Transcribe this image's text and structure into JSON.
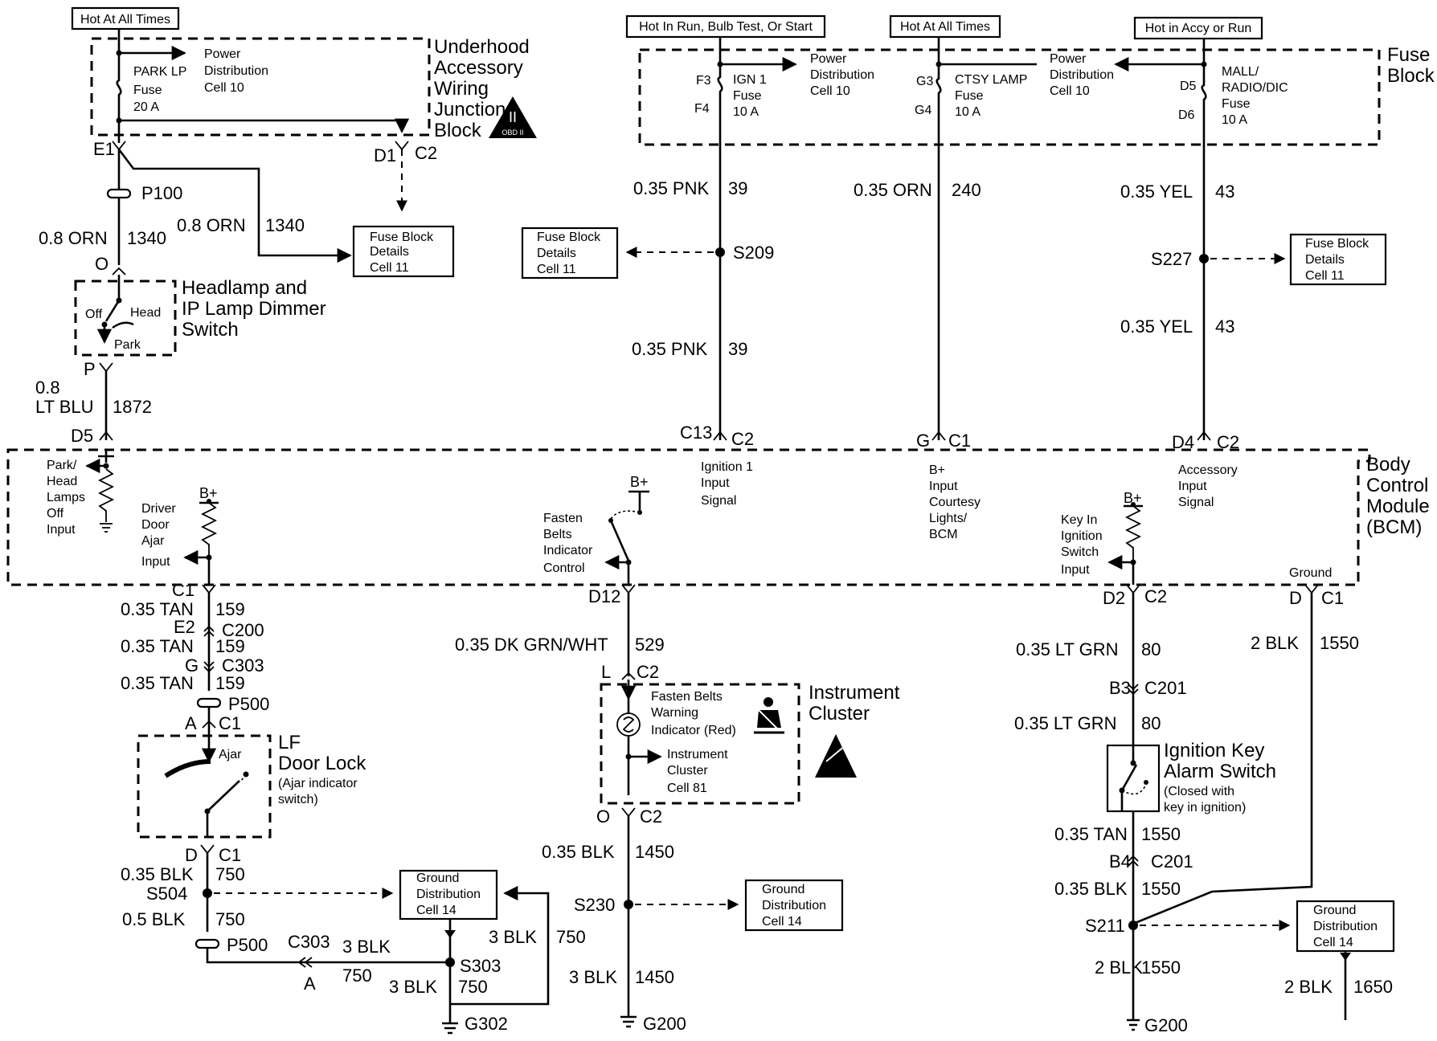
{
  "hot": {
    "h1": "Hot At All Times",
    "h2": "Hot In Run, Bulb Test, Or Start",
    "h3": "Hot At All Times",
    "h4": "Hot in Accy or Run"
  },
  "underhood": {
    "title": [
      "Underhood",
      "Accessory",
      "Wiring",
      "Junction",
      "Block"
    ],
    "fuse": [
      "PARK LP",
      "Fuse",
      "20 A"
    ],
    "power": [
      "Power",
      "Distribution",
      "Cell 10"
    ],
    "obd": "OBD II",
    "obd_mark": "II"
  },
  "fuse_block": {
    "title": [
      "Fuse",
      "Block"
    ],
    "f1": {
      "top": "F3",
      "bottom": "F4",
      "text": [
        "IGN 1",
        "Fuse",
        "10 A"
      ]
    },
    "f2": {
      "top": "G3",
      "bottom": "G4",
      "text": [
        "CTSY LAMP",
        "Fuse",
        "10 A"
      ]
    },
    "f3": {
      "top": "D5",
      "bottom": "D6",
      "text": [
        "MALL/",
        "RADIO/DIC",
        "Fuse",
        "10 A"
      ]
    },
    "p1": [
      "Power",
      "Distribution",
      "Cell 10"
    ],
    "p2": [
      "Power",
      "Distribution",
      "Cell 10"
    ]
  },
  "refs": {
    "fbd1": [
      "Fuse Block",
      "Details",
      "Cell 11"
    ],
    "fbd2": [
      "Fuse Block",
      "Details",
      "Cell 11"
    ],
    "fbd3": [
      "Fuse Block",
      "Details",
      "Cell 11"
    ],
    "gd1": [
      "Ground",
      "Distribution",
      "Cell 14"
    ],
    "gd2": [
      "Ground",
      "Distribution",
      "Cell 14"
    ],
    "gd3": [
      "Ground",
      "Distribution",
      "Cell 14"
    ]
  },
  "connectors": {
    "e1": "E1",
    "d1": "D1",
    "c2a": "C2",
    "p100": "P100",
    "o": "O",
    "p": "P",
    "d5": "D5",
    "c13": "C13",
    "c2b": "C2",
    "g": "G",
    "c1a": "C1",
    "d4": "D4",
    "c2c": "C2",
    "c1b": "C1",
    "e2": "E2",
    "c200": "C200",
    "gc": "G",
    "c303": "C303",
    "p500a": "P500",
    "a1": "A",
    "c1c": "C1",
    "d": "D",
    "c1d": "C1",
    "d12": "D12",
    "l": "L",
    "c2d": "C2",
    "o2": "O",
    "c2e": "C2",
    "d2": "D2",
    "c2f": "C2",
    "dd": "D",
    "c1e": "C1",
    "b3": "B3",
    "c201a": "C201",
    "b4": "B4",
    "c201b": "C201",
    "p500b": "P500",
    "c303b": "C303",
    "a2": "A"
  },
  "wires": {
    "w1": "0.8 ORN",
    "n1": "1340",
    "w2": "0.8 ORN",
    "n2": "1340",
    "w3a": "0.8",
    "w3b": "LT BLU",
    "n3": "1872",
    "w4": "0.35 PNK",
    "n4": "39",
    "w5": "0.35 PNK",
    "n5": "39",
    "w6": "0.35 ORN",
    "n6": "240",
    "w7": "0.35 YEL",
    "n7": "43",
    "w8": "0.35 YEL",
    "n8": "43",
    "w9": "0.35 TAN",
    "n9": "159",
    "w10": "0.35 TAN",
    "n10": "159",
    "w11": "0.35 TAN",
    "n11": "159",
    "w12": "0.35 BLK",
    "n12": "750",
    "w13": "0.5 BLK",
    "n13": "750",
    "w14": "3 BLK",
    "n14": "750",
    "w15": "3 BLK",
    "n15": "750",
    "w16": "3 BLK",
    "n16": "750",
    "w17": "0.35 DK GRN/WHT",
    "n17": "529",
    "w18": "0.35 BLK",
    "n18": "1450",
    "w19": "3 BLK",
    "n19": "1450",
    "w20": "0.35 LT GRN",
    "n20": "80",
    "w21": "0.35 LT GRN",
    "n21": "80",
    "w22": "0.35 TAN",
    "n22": "1550",
    "w23": "0.35 BLK",
    "n23": "1550",
    "w24": "2 BLK",
    "n24": "1550",
    "w25": "2 BLK",
    "n25": "1550",
    "w26": "2 BLK",
    "n26": "1650"
  },
  "splices": {
    "s209": "S209",
    "s227": "S227",
    "s504": "S504",
    "s303": "S303",
    "s230": "S230",
    "s211": "S211"
  },
  "grounds": {
    "g302": "G302",
    "g200a": "G200",
    "g200b": "G200"
  },
  "switch": {
    "title": [
      "Headlamp and",
      "IP Lamp Dimmer",
      "Switch"
    ],
    "off": "Off",
    "head": "Head",
    "park": "Park"
  },
  "bcm": {
    "title": [
      "Body",
      "Control",
      "Module",
      "(BCM)"
    ],
    "park": [
      "Park/",
      "Head",
      "Lamps",
      "Off",
      "Input"
    ],
    "door": [
      "Driver",
      "Door",
      "Ajar",
      "Input"
    ],
    "belt": [
      "Fasten",
      "Belts",
      "Indicator",
      "Control"
    ],
    "ign": [
      "Ignition 1",
      "Input",
      "Signal"
    ],
    "bplus": [
      "B+",
      "Input",
      "Courtesy",
      "Lights/",
      "BCM"
    ],
    "acc": [
      "Accessory",
      "Input",
      "Signal"
    ],
    "key": [
      "Key In",
      "Ignition",
      "Switch",
      "Input"
    ],
    "ground": "Ground",
    "bp1": "B+",
    "bp2": "B+",
    "bp3": "B+"
  },
  "cluster": {
    "title": [
      "Instrument",
      "Cluster"
    ],
    "warn": [
      "Fasten Belts",
      "Warning",
      "Indicator (Red)"
    ],
    "ref": [
      "Instrument",
      "Cluster",
      "Cell 81"
    ]
  },
  "door_lock": {
    "title": [
      "LF",
      "Door Lock"
    ],
    "sub": [
      "(Ajar indicator",
      "switch)"
    ],
    "ajar": "Ajar"
  },
  "alarm": {
    "title": [
      "Ignition Key",
      "Alarm Switch"
    ],
    "sub": [
      "(Closed with",
      "key in ignition)"
    ]
  }
}
